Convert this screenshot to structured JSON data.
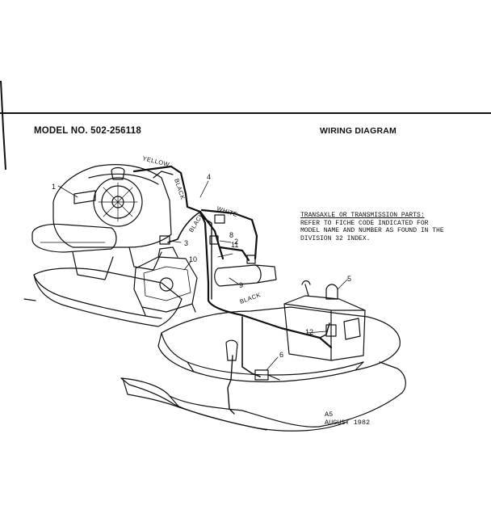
{
  "header": {
    "model": "MODEL NO. 502-256118",
    "title": "WIRING DIAGRAM"
  },
  "note": {
    "lines": [
      "TRANSAXLE OR TRANSMISSION PARTS:",
      "REFER TO FICHE CODE INDICATED FOR",
      "MODEL NAME AND NUMBER AS FOUND IN THE",
      "DIVISION 32 INDEX."
    ]
  },
  "footer": {
    "code": "A5",
    "date": "AUGUST 1982"
  },
  "wire_labels": {
    "yellow": "YELLOW",
    "black_top": "BLACK",
    "white": "WHITE",
    "black_mid": "BLACK",
    "black_bottom": "BLACK"
  },
  "callouts": [
    "1",
    "2",
    "3",
    "4",
    "5",
    "6",
    "8",
    "9",
    "10",
    "11",
    "12"
  ],
  "colors": {
    "ink": "#111111",
    "paper": "#ffffff"
  }
}
